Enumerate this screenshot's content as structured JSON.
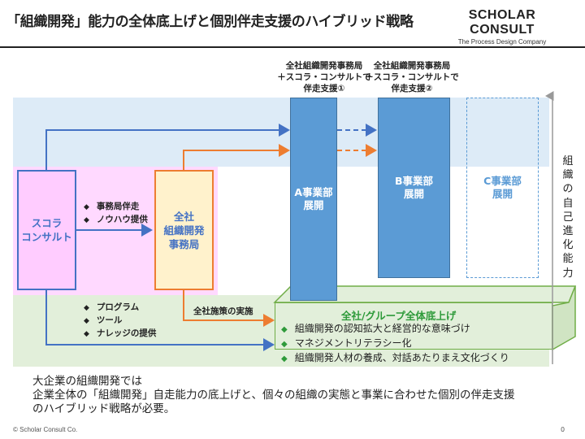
{
  "header": {
    "title": "「組織開発」能力の全体底上げと個別伴走支援のハイブリッド戦略",
    "logo_main": "SCHOLAR CONSULT",
    "logo_sub": "The Process Design Company"
  },
  "columns": [
    {
      "label_lines": [
        "全社組織開発事務局",
        "＋スコラ・コンサルトで",
        "伴走支援①"
      ]
    },
    {
      "label_lines": [
        "全社組織開発事務局",
        "＋スコラ・コンサルトで",
        "伴走支援②"
      ]
    }
  ],
  "boxes": {
    "scholar": [
      "スコラ",
      "コンサルト"
    ],
    "office": [
      "全社",
      "組織開発",
      "事務局"
    ],
    "a": [
      "A事業部",
      "展開"
    ],
    "b": [
      "B事業部",
      "展開"
    ],
    "c": [
      "C事業部",
      "展開"
    ]
  },
  "upper_bullets": [
    "事務局伴走",
    "ノウハウ提供"
  ],
  "lower_bullets": [
    "プログラム",
    "ツール",
    "ナレッジの提供"
  ],
  "arrow_label": "全社施策の実施",
  "base": {
    "title": "全社/グループ全体底上げ",
    "items": [
      "組織開発の認知拡大と経営的な意味づけ",
      "マネジメントリテラシー化",
      "組織開発人材の養成、対話あたりまえ文化づくり"
    ]
  },
  "vertical_label": [
    "組",
    "織",
    "の",
    "自",
    "己",
    "進",
    "化",
    "能",
    "力"
  ],
  "summary": [
    "大企業の組織開発では",
    "企業全体の「組織開発」自走能力の底上げと、個々の組織の実態と事業に合わせた個別の伴走支援",
    "のハイブリッド戦略が必要。"
  ],
  "footer": {
    "copyright": "© Scholar Consult Co.",
    "page": "0"
  },
  "colors": {
    "blue": "#5b9bd5",
    "blue_dark": "#41719c",
    "light_blue_band": "#ddebf7",
    "pink": "#ffccff",
    "purple_border": "#7030a0",
    "cream": "#fff2cc",
    "orange": "#ed7d31",
    "green_band": "#e2efda",
    "green_border": "#70ad47",
    "arrow_blue": "#4472c4"
  }
}
